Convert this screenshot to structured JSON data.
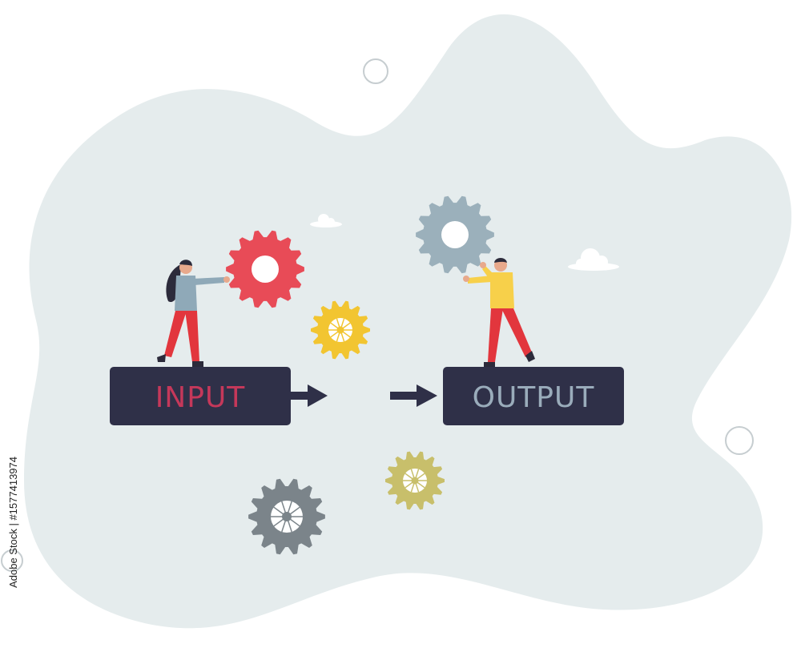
{
  "boxes": {
    "input_label": "INPUT",
    "output_label": "OUTPUT"
  },
  "stock_id": "Adobe Stock | #1577413974",
  "icons": [
    "blob-background",
    "cloud-icon",
    "ring-decoration",
    "gear-icon",
    "arrow-right-icon",
    "person-figure"
  ],
  "colors": {
    "blob": "#e5eced",
    "box": "#2f3048",
    "input_text": "#c5385a",
    "output_text": "#9aacbb",
    "gear_red": "#e84b57",
    "gear_blue": "#9bb0bb",
    "gear_yellow": "#f2c531",
    "gear_olive": "#c8bf6b",
    "gear_slate": "#7b848a",
    "pants": "#e2363d",
    "shirt_woman": "#8fa9b8",
    "shirt_man": "#f7d04a"
  }
}
